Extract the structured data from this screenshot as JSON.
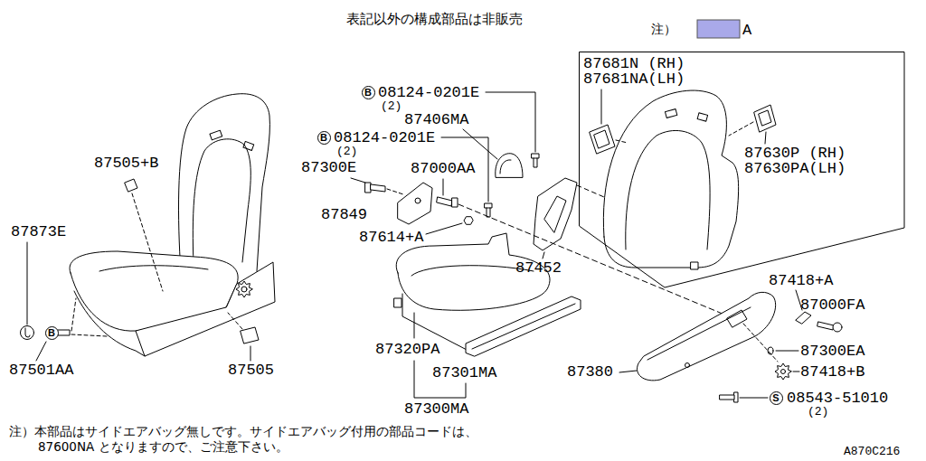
{
  "diagram": {
    "title": "表記以外の構成部品は非販売",
    "nodes": [
      {
        "text": [
          "87681N (RH)",
          "87681NA(LH)",
          "87630P (RH)",
          "87630PA(LH)"
        ]
      },
      {
        "text": [
          "B"
        ]
      },
      {
        "text": [
          "B"
        ]
      },
      {
        "text": [
          "B"
        ]
      },
      {
        "text": [
          "S"
        ]
      }
    ],
    "labels": [
      "注）",
      "A",
      "08124-0201E",
      "(2)",
      "87406MA",
      "08124-0201E",
      "(2)",
      "87505+B",
      "87300E",
      "87000AA",
      "87873E",
      "87849",
      "87614+A",
      "87452",
      "87418+A",
      "87000FA",
      "87320PA",
      "87300EA",
      "87505",
      "87501AA",
      "87380",
      "87301MA",
      "87418+B",
      "08543-51010",
      "(2)",
      "87300MA",
      "注）本部品はサイドエアバッグ無しです。サイドエアバッグ付用の部品コードは、",
      "87600NA となりますので、ご注意下さい。",
      "A870C216"
    ]
  }
}
